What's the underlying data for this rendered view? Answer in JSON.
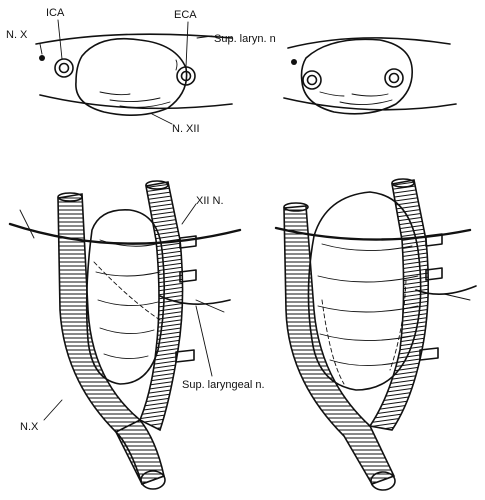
{
  "labels": {
    "nx_top": "N. X",
    "ica": "ICA",
    "eca": "ECA",
    "sup_laryn": "Sup. laryn. n",
    "nxii": "N. XII",
    "xii_n": "XII N.",
    "sup_laryngeal": "Sup. laryngeal n.",
    "nx_bottom": "N.X"
  },
  "colors": {
    "ink": "#111111",
    "background": "#ffffff"
  }
}
